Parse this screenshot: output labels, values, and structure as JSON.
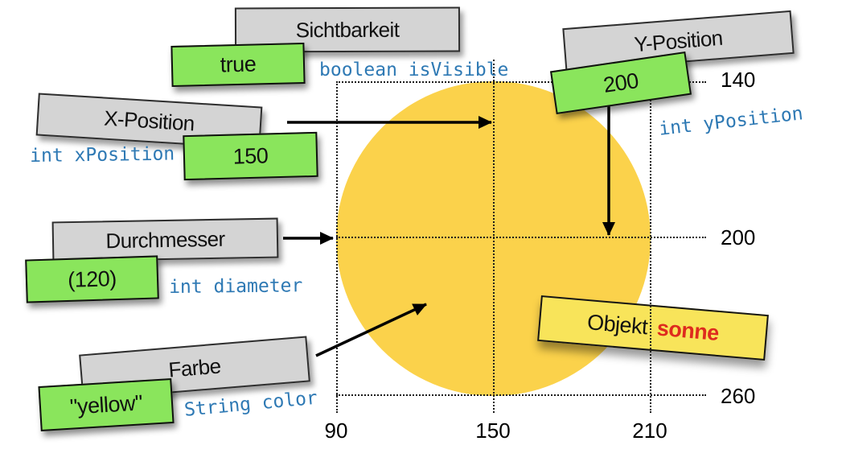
{
  "attributes": [
    {
      "label": "Sichtbarkeit",
      "value": "true",
      "code": "boolean isVisible"
    },
    {
      "label": "X-Position",
      "value": "150",
      "code": "int xPosition"
    },
    {
      "label": "Y-Position",
      "value": "200",
      "code": "int yPosition"
    },
    {
      "label": "Durchmesser",
      "value": "(120)",
      "code": "int diameter"
    },
    {
      "label": "Farbe",
      "value": "\"yellow\"",
      "code": "String color"
    }
  ],
  "object_note": {
    "prefix": "Objekt",
    "name": "sonne"
  },
  "grid": {
    "x_ticks": [
      "90",
      "150",
      "210"
    ],
    "y_ticks": [
      "140",
      "200",
      "260"
    ]
  },
  "colors": {
    "sun_yellow": "#FBD24B",
    "note_yellow": "#F8E45A",
    "value_green": "#8AE55C",
    "label_gray": "#D4D4D4",
    "code_blue": "#2E79B4",
    "object_name_red": "#DE2B1E",
    "arrow_black": "#000000"
  }
}
